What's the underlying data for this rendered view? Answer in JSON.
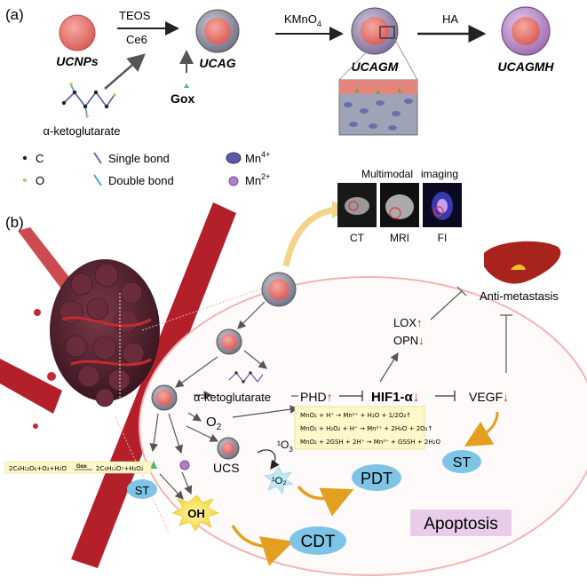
{
  "panel_a": {
    "label": "(a)",
    "nanoparticles": [
      "UCNPs",
      "UCAG",
      "UCAGM",
      "UCAGMH"
    ],
    "reagents": {
      "teos": "TEOS",
      "ce6": "Ce6",
      "kmno4": "KMnO",
      "kmno4_sub": "4",
      "ha": "HA",
      "gox": "Gox"
    },
    "precursor": "α-ketoglutarate",
    "legend": {
      "carbon": "C",
      "oxygen": "O",
      "single_bond": "Single bond",
      "double_bond": "Double bond",
      "mn4": "Mn",
      "mn4_sup": "4+",
      "mn2": "Mn",
      "mn2_sup": "2+"
    }
  },
  "panel_b": {
    "label": "(b)",
    "imaging": {
      "title_a": "Multimodal",
      "title_b": "imaging",
      "modes": [
        "CT",
        "MRI",
        "FI"
      ]
    },
    "anti_metastasis": "Anti-metastasis",
    "lox": "LOX",
    "opn": "OPN",
    "akg": "α-ketoglutarate",
    "phd": "PHD",
    "hif": "HIF1-α",
    "vegf": "VEGF",
    "o2": "O",
    "o2_sub": "2",
    "reactions": [
      "MnO₂ + H⁺ → Mn²⁺ + H₂O + 1/2O₂↑",
      "MnO₂ + H₂O₂ + H⁺ → Mn²⁺ + 2H₂O + 2O₂↑",
      "MnO₂ + 2GSH + 2H⁺ → Mn²⁺ + GSSH + 2H₂O"
    ],
    "o3": "¹O",
    "o3_sub": "3",
    "ucs": "UCS",
    "singlet_o2": "¹O₂",
    "pdt": "PDT",
    "st_right": "ST",
    "st_left": "ST",
    "gox_reaction": {
      "left": "2C₆H₁₂O₆+O₂+H₂O",
      "enzyme": "Gox",
      "right": "2C₆H₁₂O₇+H₂O₂"
    },
    "oh": "OH",
    "cdt": "CDT",
    "apoptosis": "Apoptosis"
  }
}
